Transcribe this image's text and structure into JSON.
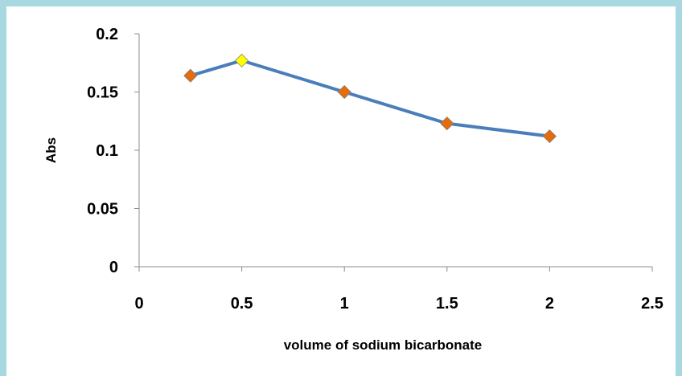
{
  "chart_data": {
    "type": "line",
    "title": "",
    "xlabel": "volume of sodium bicarbonate",
    "ylabel": "Abs",
    "xlim": [
      0,
      2.5
    ],
    "ylim": [
      0,
      0.2
    ],
    "x_ticks": [
      "0",
      "0.5",
      "1",
      "1.5",
      "2",
      "2.5"
    ],
    "y_ticks": [
      "0",
      "0.05",
      "0.1",
      "0.15",
      "0.2"
    ],
    "grid": false,
    "legend": "none",
    "series": [
      {
        "x": [
          0.25,
          0.5,
          1,
          1.5,
          2
        ],
        "y": [
          0.164,
          0.177,
          0.15,
          0.123,
          0.112
        ],
        "line_color": "#4a7ebb",
        "marker": "diamond",
        "marker_color": "#e46c0a",
        "highlight_index": 1,
        "highlight_color": "#ffff00"
      }
    ]
  }
}
